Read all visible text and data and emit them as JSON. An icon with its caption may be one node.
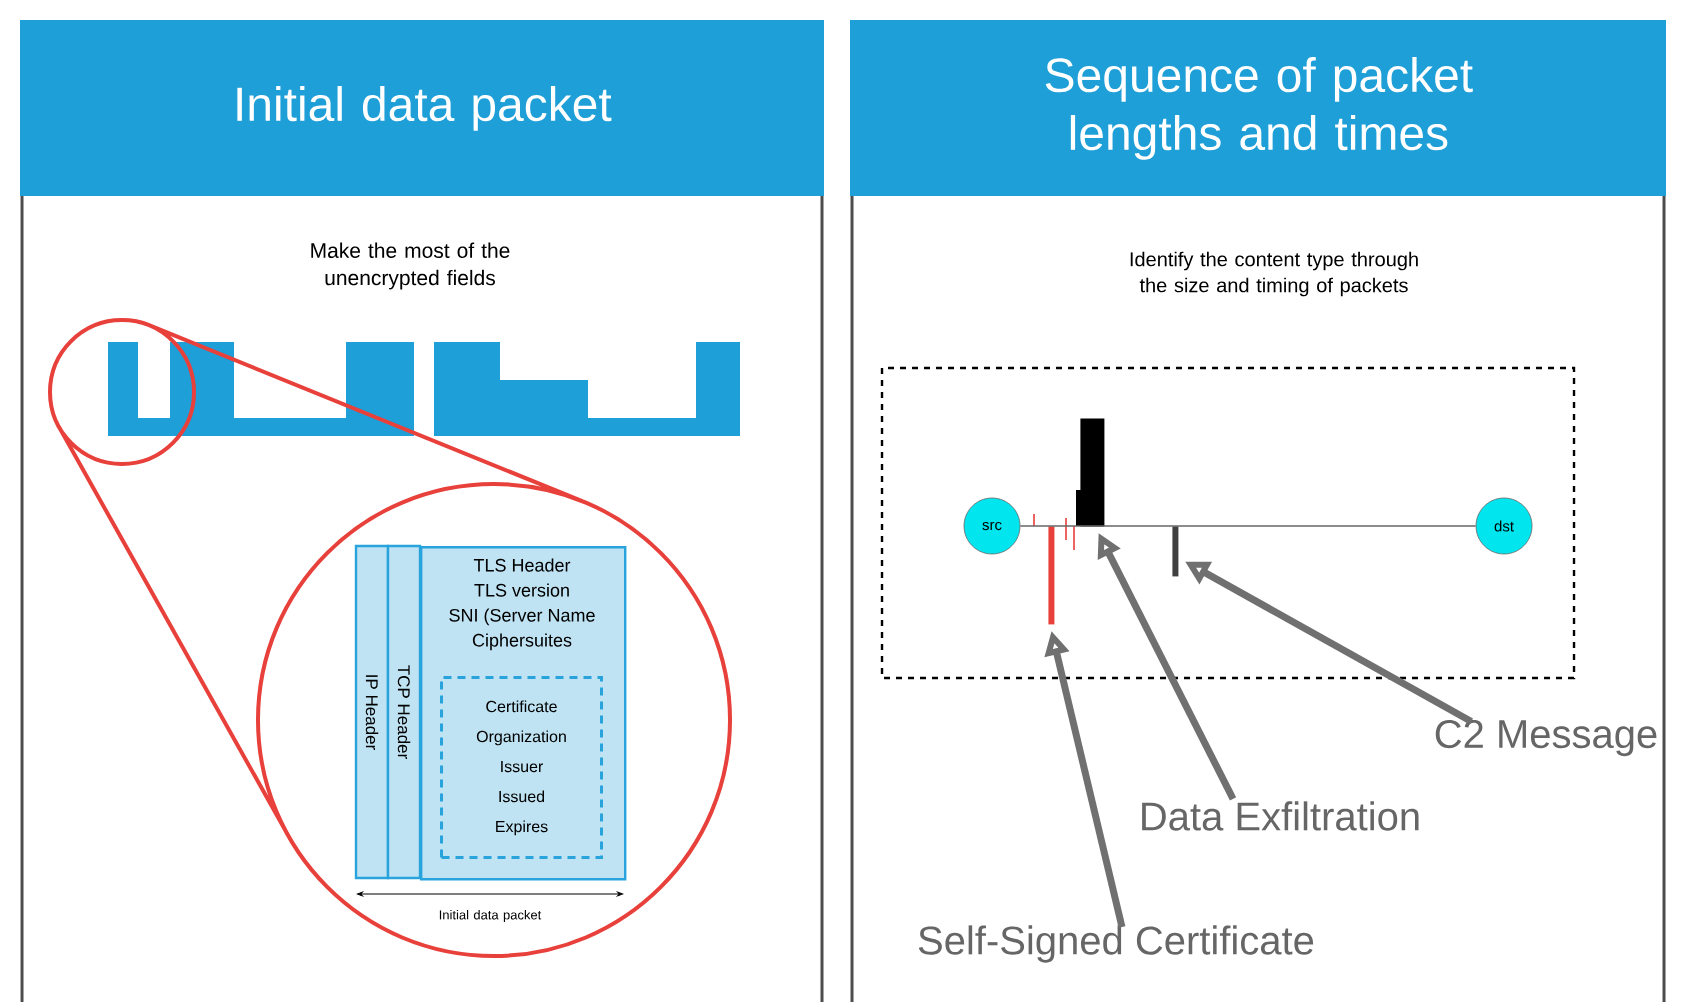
{
  "diagram": {
    "nodes": [
      {
        "text": [
          "Initial data packet"
        ]
      },
      {
        "text": [
          "Sequence of packet lengths and times"
        ]
      },
      {
        "text": [
          "IP Header"
        ]
      },
      {
        "text": [
          "TCP Header"
        ]
      },
      {
        "text": [
          "TLS Header",
          "TLS version",
          "SNI (Server Name",
          "Ciphersuites"
        ]
      },
      {
        "text": [
          "Certificate",
          "Organization",
          "Issuer",
          "Issued",
          "Expires"
        ],
        "in": 4
      },
      {
        "text": [
          "src"
        ]
      },
      {
        "text": [
          "dst"
        ]
      },
      {
        "text": [
          "C2 Message"
        ]
      },
      {
        "text": [
          "Data Exfiltration"
        ]
      },
      {
        "text": [
          "Self-Signed Certificate"
        ]
      },
      {
        "text": [],
        "shape": "bar"
      },
      {
        "text": [],
        "shape": "bar"
      },
      {
        "text": [],
        "shape": "bar"
      }
    ],
    "edges": [
      {
        "from": 6,
        "to": 7,
        "arrow": "none"
      },
      {
        "from": 8,
        "to": 11,
        "arrow": "to"
      },
      {
        "from": 9,
        "to": 12,
        "arrow": "to"
      },
      {
        "from": 10,
        "to": 13,
        "arrow": "to"
      }
    ],
    "labels": [
      "Make the most of the unencrypted fields",
      "Initial data packet",
      "Identify the content type through the size and timing of packets"
    ]
  }
}
